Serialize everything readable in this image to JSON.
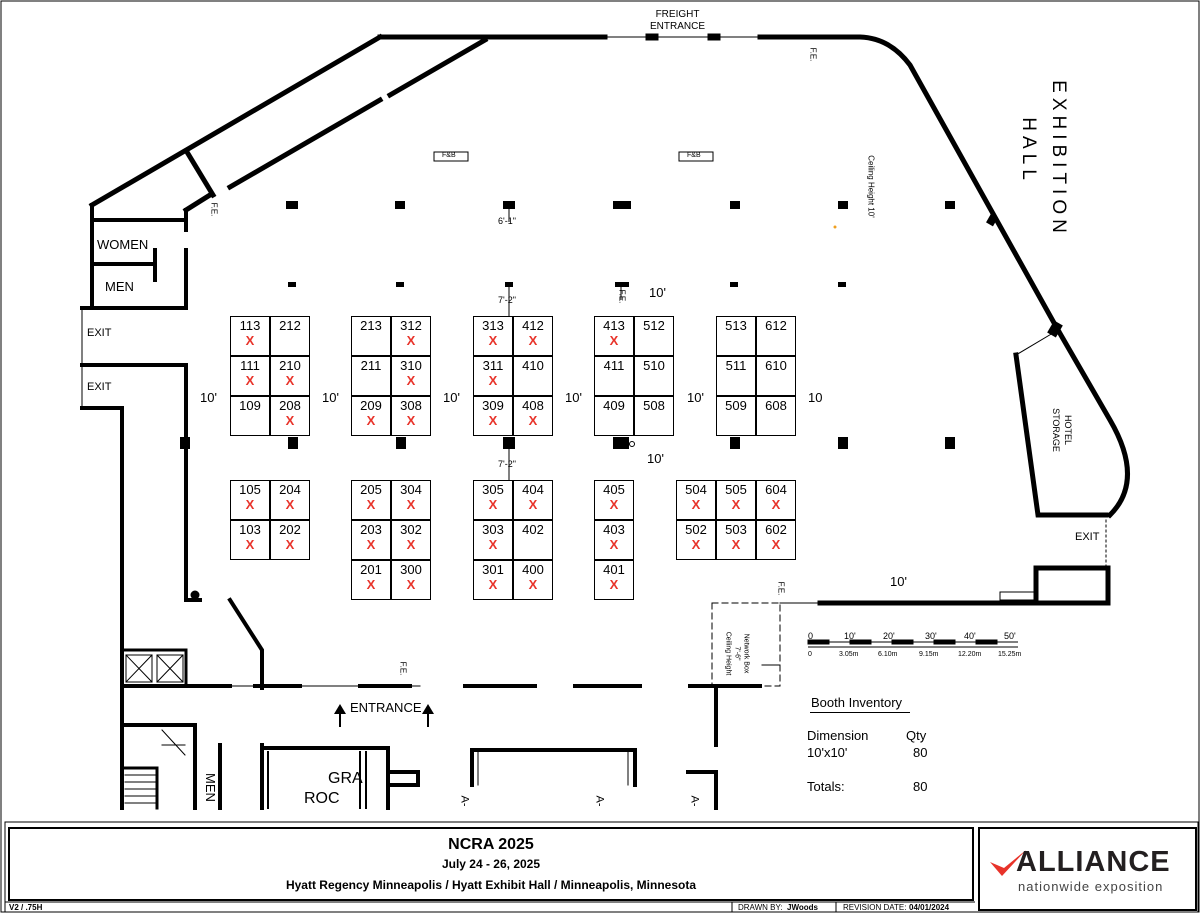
{
  "colors": {
    "wall": "#000000",
    "available_marker": "#e8332a",
    "brand_accent": "#e8332a",
    "brand_dark": "#231f20"
  },
  "labels": {
    "freight_entrance": [
      "FREIGHT",
      "ENTRANCE"
    ],
    "exhibition_hall": [
      "EXHIBITION",
      "HALL"
    ],
    "hotel_storage": [
      "HOTEL",
      "STORAGE"
    ],
    "women": "WOMEN",
    "men": "MEN",
    "exit": "EXIT",
    "entrance": "ENTRANCE",
    "fb": "F&B",
    "fe": "F.E.",
    "ceiling_height": "Ceiling Height 10'",
    "network_box": [
      "Network Box",
      "7'-6\"",
      "Ceiling Height"
    ],
    "clearance_61": "6'-1\"",
    "clearance_72": "7'-2\"",
    "aisle": "10'",
    "aisle_short": "10",
    "bottom_men": "MEN",
    "bottom_gra": "GRA",
    "bottom_roc": "ROC",
    "bottom_a": "A-"
  },
  "booths": [
    {
      "id": "113",
      "available": true
    },
    {
      "id": "212",
      "available": false
    },
    {
      "id": "111",
      "available": true
    },
    {
      "id": "210",
      "available": true
    },
    {
      "id": "109",
      "available": false
    },
    {
      "id": "208",
      "available": true
    },
    {
      "id": "213",
      "available": false
    },
    {
      "id": "312",
      "available": true
    },
    {
      "id": "211",
      "available": false
    },
    {
      "id": "310",
      "available": true
    },
    {
      "id": "209",
      "available": true
    },
    {
      "id": "308",
      "available": true
    },
    {
      "id": "313",
      "available": true
    },
    {
      "id": "412",
      "available": true
    },
    {
      "id": "311",
      "available": true
    },
    {
      "id": "410",
      "available": false
    },
    {
      "id": "309",
      "available": true
    },
    {
      "id": "408",
      "available": true
    },
    {
      "id": "413",
      "available": true
    },
    {
      "id": "512",
      "available": false
    },
    {
      "id": "411",
      "available": false
    },
    {
      "id": "510",
      "available": false
    },
    {
      "id": "409",
      "available": false
    },
    {
      "id": "508",
      "available": false
    },
    {
      "id": "513",
      "available": false
    },
    {
      "id": "612",
      "available": false
    },
    {
      "id": "511",
      "available": false
    },
    {
      "id": "610",
      "available": false
    },
    {
      "id": "509",
      "available": false
    },
    {
      "id": "608",
      "available": false
    },
    {
      "id": "105",
      "available": true
    },
    {
      "id": "204",
      "available": true
    },
    {
      "id": "103",
      "available": true
    },
    {
      "id": "202",
      "available": true
    },
    {
      "id": "205",
      "available": true
    },
    {
      "id": "304",
      "available": true
    },
    {
      "id": "203",
      "available": true
    },
    {
      "id": "302",
      "available": true
    },
    {
      "id": "201",
      "available": true
    },
    {
      "id": "300",
      "available": true
    },
    {
      "id": "305",
      "available": true
    },
    {
      "id": "404",
      "available": true
    },
    {
      "id": "303",
      "available": true
    },
    {
      "id": "402",
      "available": false
    },
    {
      "id": "301",
      "available": true
    },
    {
      "id": "400",
      "available": true
    },
    {
      "id": "405",
      "available": true
    },
    {
      "id": "403",
      "available": true
    },
    {
      "id": "401",
      "available": true
    },
    {
      "id": "504",
      "available": true
    },
    {
      "id": "505",
      "available": true
    },
    {
      "id": "604",
      "available": true
    },
    {
      "id": "502",
      "available": true
    },
    {
      "id": "503",
      "available": true
    },
    {
      "id": "602",
      "available": true
    }
  ],
  "scale": {
    "feet": [
      "0",
      "10'",
      "20'",
      "30'",
      "40'",
      "50'"
    ],
    "meters": [
      "0",
      "3.05m",
      "6.10m",
      "9.15m",
      "12.20m",
      "15.25m"
    ]
  },
  "inventory": {
    "title": "Booth Inventory",
    "col_dimension": "Dimension",
    "col_qty": "Qty",
    "dimension": "10'x10'",
    "qty": "80",
    "totals_label": "Totals:",
    "totals_value": "80"
  },
  "title_block": {
    "event": "NCRA 2025",
    "dates": "July 24 - 26, 2025",
    "venue": "Hyatt Regency Minneapolis /  Hyatt Exhibit Hall / Minneapolis, Minnesota",
    "version": "V2 / .75H",
    "drawn_by_label": "DRAWN BY:",
    "drawn_by": "JWoods",
    "revision_label": "REVISION DATE:",
    "revision_date": "04/01/2024",
    "logo_word": "ALLIANCE",
    "logo_sub": "nationwide exposition"
  }
}
